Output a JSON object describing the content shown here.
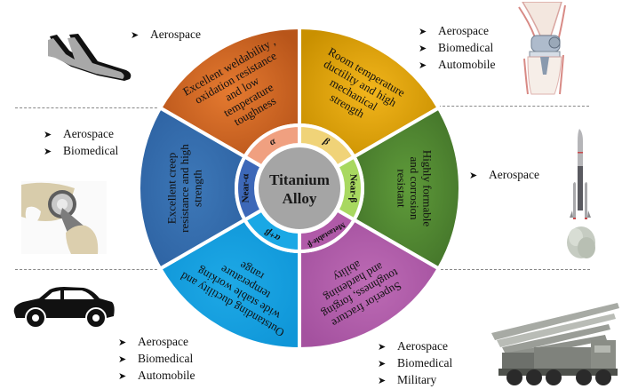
{
  "center": {
    "line1": "Titanium",
    "line2": "Alloy"
  },
  "segments": [
    {
      "id": "alpha",
      "inner_label": "α",
      "property_lines": [
        "Excellent weldability ,",
        "oxidation resistance",
        "and low",
        "temperature",
        "toughness"
      ],
      "color": "#e57a30",
      "color_dark": "#b8551a",
      "inner_color": "#f0a080"
    },
    {
      "id": "beta",
      "inner_label": "β",
      "property_lines": [
        "Room temperature",
        "ductility and high",
        "mechanical",
        "strength"
      ],
      "color": "#f2b51c",
      "color_dark": "#c99000",
      "inner_color": "#f0d378"
    },
    {
      "id": "near-beta",
      "inner_label": "Near-β",
      "property_lines": [
        "Highly formable",
        "and corrosion",
        "resistant"
      ],
      "color": "#5f9b3a",
      "color_dark": "#44752a",
      "inner_color": "#a8d860"
    },
    {
      "id": "metastable-beta",
      "inner_label": "Metastable-β",
      "property_lines": [
        "Superior fracture",
        "toughness, forging",
        "and hardening",
        "ability"
      ],
      "color": "#bd6bb5",
      "color_dark": "#a4519f",
      "inner_color": "#b05aa8"
    },
    {
      "id": "alpha-beta",
      "inner_label": "α+β",
      "property_lines": [
        "Outstanding ductility and",
        "wide stable working",
        "temperature",
        "range"
      ],
      "color": "#1ea9e6",
      "color_dark": "#0f96d8",
      "inner_color": "#1aa8e5"
    },
    {
      "id": "near-alpha",
      "inner_label": "Near-α",
      "property_lines": [
        "Excellent creep",
        "resistance and high",
        "strength"
      ],
      "color": "#3d78b8",
      "color_dark": "#2e63a3",
      "inner_color": "#3d68b8"
    }
  ],
  "applications": {
    "top_left": [
      "Aerospace"
    ],
    "top_right": [
      "Aerospace",
      "Biomedical",
      "Automobile"
    ],
    "middle_left": [
      "Aerospace",
      "Biomedical"
    ],
    "middle_right": [
      "Aerospace"
    ],
    "bottom_left": [
      "Aerospace",
      "Biomedical",
      "Automobile"
    ],
    "bottom_right": [
      "Aerospace",
      "Biomedical",
      "Military"
    ]
  },
  "bullet_icon": "arrowhead-bullet",
  "icons": [
    "airplane-icon",
    "knee-implant-icon",
    "hip-implant-icon",
    "rocket-icon",
    "car-icon",
    "missile-launcher-icon"
  ]
}
